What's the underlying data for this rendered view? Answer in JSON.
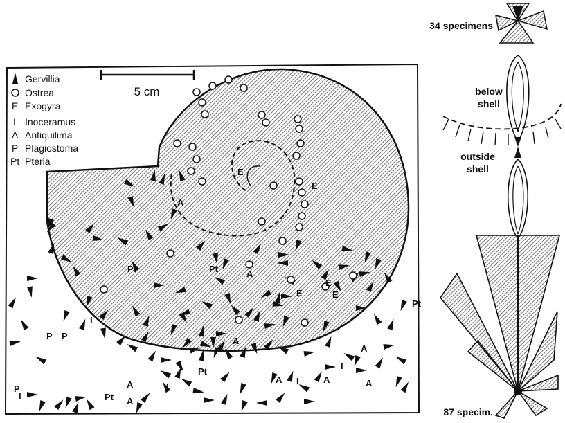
{
  "legend": {
    "items": [
      {
        "symbol": "",
        "name": "Gervillia",
        "icon": "black-triangle-icon"
      },
      {
        "symbol": "O",
        "name": "Ostrea",
        "icon": "open-circle-icon"
      },
      {
        "symbol": "E",
        "name": "Exogyra"
      },
      {
        "symbol": "I",
        "name": "Inoceramus"
      },
      {
        "symbol": "A",
        "name": "Antiquilima"
      },
      {
        "symbol": "P",
        "name": "Plagiostoma"
      },
      {
        "symbol": "Pt",
        "name": "Pteria"
      }
    ]
  },
  "scale_bar": {
    "label": "5 cm"
  },
  "rose_top": {
    "label": "34 specimens"
  },
  "rose_bottom": {
    "label": "87 specim."
  },
  "position_labels": {
    "below": [
      "below",
      "shell"
    ],
    "outside": [
      "outside",
      "shell"
    ]
  },
  "letters": {
    "E": "E",
    "A": "A",
    "P": "P",
    "Pt": "Pt",
    "I": "I"
  },
  "colors": {
    "ink": "#111111",
    "hatch": "#555555",
    "background": "#ffffff"
  }
}
